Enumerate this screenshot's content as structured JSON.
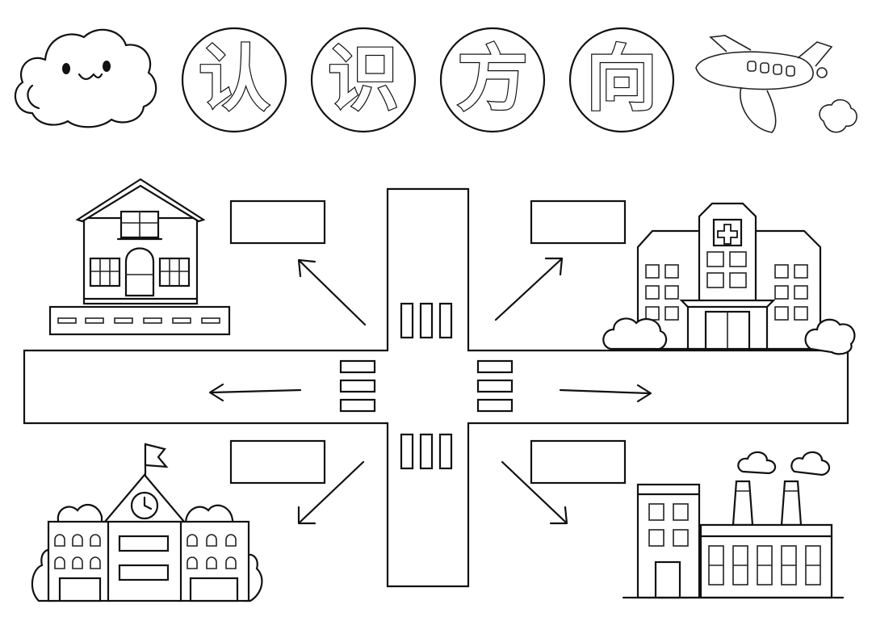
{
  "title": {
    "chars": [
      "认",
      "识",
      "方",
      "向"
    ]
  },
  "colors": {
    "ink": "#111111",
    "paper": "#ffffff"
  },
  "labels": {
    "north_west": "",
    "north_east": "",
    "south_west": "",
    "south_east": ""
  },
  "icons": [
    "cloud-icon",
    "airplane-icon",
    "house-icon",
    "hospital-icon",
    "school-icon",
    "factory-icon",
    "arrow-icon"
  ]
}
